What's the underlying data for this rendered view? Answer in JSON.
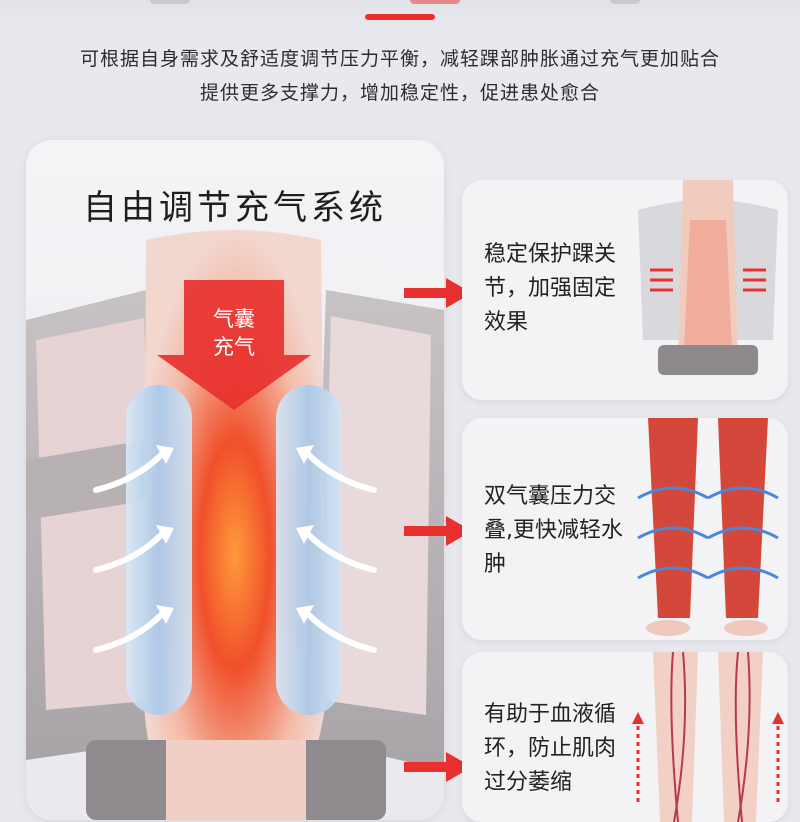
{
  "intro": {
    "line1": "可根据自身需求及舒适度调节压力平衡，减轻踝部肿胀通过充气更加贴合",
    "line2": "提供更多支撑力，增加稳定性，促进患处愈合"
  },
  "main": {
    "title": "自由调节充气系统",
    "airbag_label_line1": "气囊",
    "airbag_label_line2": "充气"
  },
  "features": [
    {
      "text": "稳定保护踝关节，加强固定效果"
    },
    {
      "text": "双气囊压力交叠,更快减轻水肿"
    },
    {
      "text": "有助于血液循环，防止肌肉过分萎缩"
    }
  ],
  "colors": {
    "accent_red": "#e8312f",
    "airbag_blue": "#bcd6ef",
    "inflammation": "#f0502a"
  },
  "icons": [
    "right-arrow-icon",
    "down-arrow-icon",
    "flow-arrow-icon"
  ]
}
